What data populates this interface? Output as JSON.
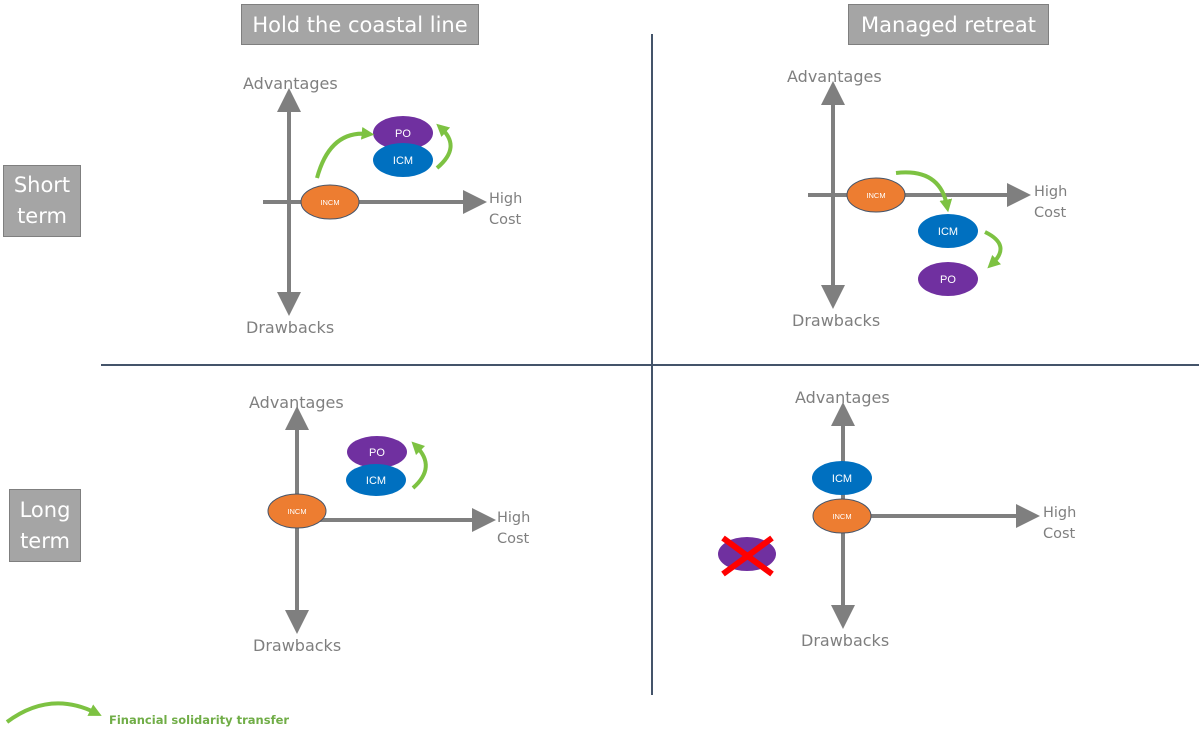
{
  "columns": [
    {
      "label": "Hold the coastal line"
    },
    {
      "label": "Managed retreat"
    }
  ],
  "rows": [
    {
      "label": "Short term"
    },
    {
      "label": "Long term"
    }
  ],
  "axis_labels": {
    "y_top": "Advantages",
    "y_bottom": "Drawbacks",
    "x_right_line1": "High",
    "x_right_line2": "Cost"
  },
  "actors": {
    "incm": "INCM",
    "icm": "ICM",
    "po": "PO"
  },
  "colors": {
    "incm": "#ed7d31",
    "icm": "#0070c0",
    "po": "#7030a0",
    "transfer_arrow": "#7dc242",
    "axis": "#7f7f7f",
    "cross": "#ff0000",
    "divider": "#44546a"
  },
  "quadrants": [
    {
      "id": "short-hold",
      "positions": {
        "incm": "on origin, slight positive cost",
        "icm": "advantage",
        "po": "advantage (top)"
      },
      "transfers": [
        "INCM -> PO",
        "ICM -> PO"
      ]
    },
    {
      "id": "short-retreat",
      "positions": {
        "incm": "on axis",
        "icm": "drawback",
        "po": "drawback (lower)"
      },
      "transfers": [
        "INCM -> ICM",
        "ICM -> PO"
      ]
    },
    {
      "id": "long-hold",
      "positions": {
        "incm": "origin",
        "icm": "advantage",
        "po": "advantage (top)"
      },
      "transfers": [
        "ICM -> PO"
      ]
    },
    {
      "id": "long-retreat",
      "positions": {
        "incm": "origin",
        "icm": "advantage",
        "po": "eliminated (crossed out)"
      },
      "transfers": []
    }
  ],
  "legend": {
    "label": "Financial solidarity transfer"
  }
}
